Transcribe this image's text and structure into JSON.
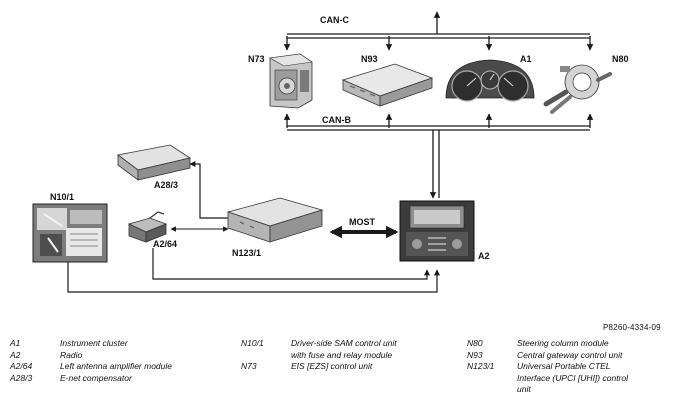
{
  "bus_labels": {
    "can_c": "CAN-C",
    "can_b": "CAN-B",
    "most": "MOST"
  },
  "components": {
    "n73": "N73",
    "n93": "N93",
    "a1": "A1",
    "n80": "N80",
    "a28_3": "A28/3",
    "a2_64": "A2/64",
    "n10_1": "N10/1",
    "n123_1": "N123/1",
    "a2": "A2"
  },
  "figure_ref": "P8260-4334-09",
  "legend": {
    "col1": [
      {
        "code": "A1",
        "desc": "Instrument cluster"
      },
      {
        "code": "A2",
        "desc": "Radio"
      },
      {
        "code": "A2/64",
        "desc": "Left antenna amplifier module"
      },
      {
        "code": "A28/3",
        "desc": "E-net compensator"
      }
    ],
    "col2": [
      {
        "code": "N10/1",
        "desc": "Driver-side SAM control unit"
      },
      {
        "code": "",
        "desc": "with fuse and relay module"
      },
      {
        "code": "N73",
        "desc": "EIS [EZS] control unit"
      }
    ],
    "col3": [
      {
        "code": "N80",
        "desc": "Steering column module"
      },
      {
        "code": "N93",
        "desc": "Central gateway control unit"
      },
      {
        "code": "N123/1",
        "desc": "Universal Portable CTEL"
      },
      {
        "code": "",
        "desc": "Interface (UPCI [UHI]) control"
      },
      {
        "code": "",
        "desc": "unit"
      }
    ]
  },
  "colors": {
    "line": "#1a1a1a",
    "device_light": "#d9d9d9",
    "device_mid": "#a8a8a8",
    "device_dark": "#555555"
  }
}
